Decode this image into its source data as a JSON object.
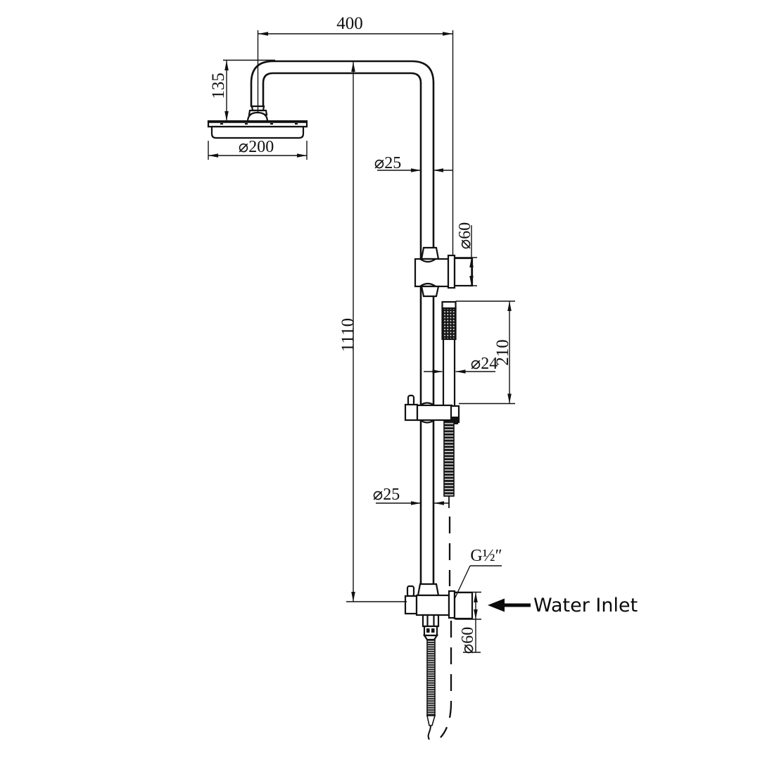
{
  "canvas": {
    "background": "#ffffff",
    "line_color": "#111111"
  },
  "dimensions": {
    "arm_reach": "400",
    "head_drop": "135",
    "head_diameter": "⌀200",
    "riser_diameter_upper": "⌀25",
    "wall_bracket_upper": "⌀60",
    "total_height": "1110",
    "hand_shower_diameter": "⌀24",
    "hand_shower_length": "210",
    "riser_diameter_lower": "⌀25",
    "inlet_thread": "G½″",
    "wall_bracket_lower": "⌀60"
  },
  "annotations": {
    "water_inlet": "Water Inlet"
  }
}
